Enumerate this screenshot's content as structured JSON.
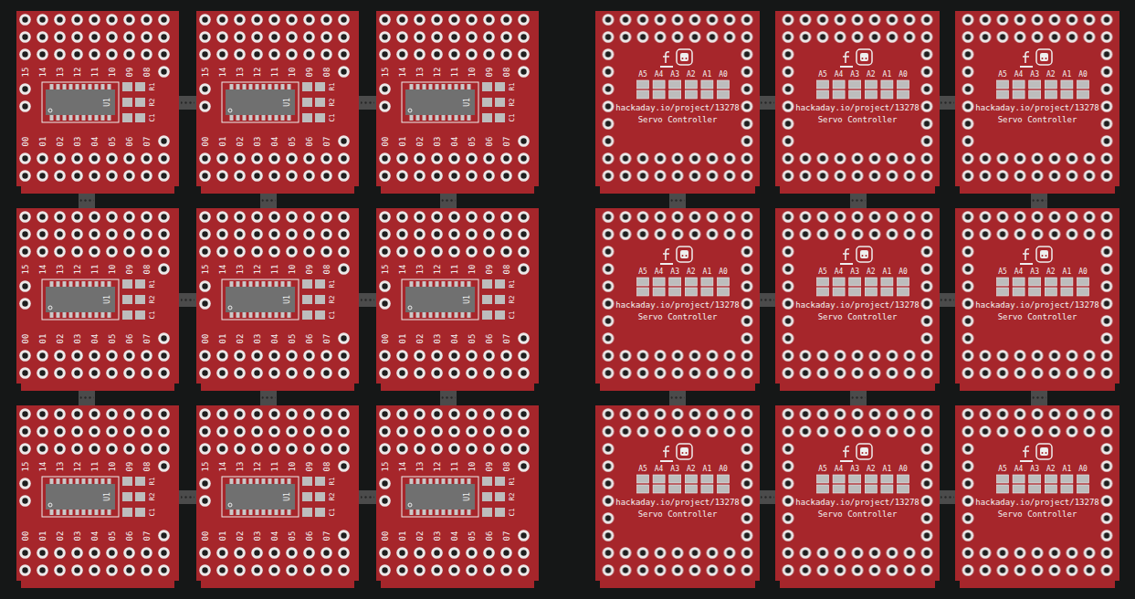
{
  "diagram": {
    "nodes": [
      {
        "text": [
          "15",
          "14",
          "13",
          "12",
          "11",
          "10",
          "09",
          "08",
          "R1",
          "R2",
          "C1",
          "U1",
          "00",
          "01",
          "02",
          "03",
          "04",
          "05",
          "06",
          "07"
        ]
      },
      {
        "text": [
          "15",
          "14",
          "13",
          "12",
          "11",
          "10",
          "09",
          "08",
          "R1",
          "R2",
          "C1",
          "U1",
          "00",
          "01",
          "02",
          "03",
          "04",
          "05",
          "06",
          "07"
        ]
      },
      {
        "text": [
          "15",
          "14",
          "13",
          "12",
          "11",
          "10",
          "09",
          "08",
          "R1",
          "R2",
          "C1",
          "U1",
          "00",
          "01",
          "02",
          "03",
          "04",
          "05",
          "06",
          "07"
        ]
      },
      {
        "text": [
          "15",
          "14",
          "13",
          "12",
          "11",
          "10",
          "09",
          "08",
          "R1",
          "R2",
          "C1",
          "U1",
          "00",
          "01",
          "02",
          "03",
          "04",
          "05",
          "06",
          "07"
        ]
      },
      {
        "text": [
          "15",
          "14",
          "13",
          "12",
          "11",
          "10",
          "09",
          "08",
          "R1",
          "R2",
          "C1",
          "U1",
          "00",
          "01",
          "02",
          "03",
          "04",
          "05",
          "06",
          "07"
        ]
      },
      {
        "text": [
          "15",
          "14",
          "13",
          "12",
          "11",
          "10",
          "09",
          "08",
          "R1",
          "R2",
          "C1",
          "U1",
          "00",
          "01",
          "02",
          "03",
          "04",
          "05",
          "06",
          "07"
        ]
      },
      {
        "text": [
          "15",
          "14",
          "13",
          "12",
          "11",
          "10",
          "09",
          "08",
          "R1",
          "R2",
          "C1",
          "U1",
          "00",
          "01",
          "02",
          "03",
          "04",
          "05",
          "06",
          "07"
        ]
      },
      {
        "text": [
          "15",
          "14",
          "13",
          "12",
          "11",
          "10",
          "09",
          "08",
          "R1",
          "R2",
          "C1",
          "U1",
          "00",
          "01",
          "02",
          "03",
          "04",
          "05",
          "06",
          "07"
        ]
      },
      {
        "text": [
          "15",
          "14",
          "13",
          "12",
          "11",
          "10",
          "09",
          "08",
          "R1",
          "R2",
          "C1",
          "U1",
          "00",
          "01",
          "02",
          "03",
          "04",
          "05",
          "06",
          "07"
        ]
      },
      {
        "text": [
          "A5",
          "A4",
          "A3",
          "A2",
          "A1",
          "A0",
          "hackaday.io/project/13278",
          "Servo Controller"
        ]
      },
      {
        "text": [
          "A5",
          "A4",
          "A3",
          "A2",
          "A1",
          "A0",
          "hackaday.io/project/13278",
          "Servo Controller"
        ]
      },
      {
        "text": [
          "A5",
          "A4",
          "A3",
          "A2",
          "A1",
          "A0",
          "hackaday.io/project/13278",
          "Servo Controller"
        ]
      },
      {
        "text": [
          "A5",
          "A4",
          "A3",
          "A2",
          "A1",
          "A0",
          "hackaday.io/project/13278",
          "Servo Controller"
        ]
      },
      {
        "text": [
          "A5",
          "A4",
          "A3",
          "A2",
          "A1",
          "A0",
          "hackaday.io/project/13278",
          "Servo Controller"
        ]
      },
      {
        "text": [
          "A5",
          "A4",
          "A3",
          "A2",
          "A1",
          "A0",
          "hackaday.io/project/13278",
          "Servo Controller"
        ]
      },
      {
        "text": [
          "A5",
          "A4",
          "A3",
          "A2",
          "A1",
          "A0",
          "hackaday.io/project/13278",
          "Servo Controller"
        ]
      },
      {
        "text": [
          "A5",
          "A4",
          "A3",
          "A2",
          "A1",
          "A0",
          "hackaday.io/project/13278",
          "Servo Controller"
        ]
      },
      {
        "text": [
          "A5",
          "A4",
          "A3",
          "A2",
          "A1",
          "A0",
          "hackaday.io/project/13278",
          "Servo Controller"
        ]
      }
    ]
  }
}
